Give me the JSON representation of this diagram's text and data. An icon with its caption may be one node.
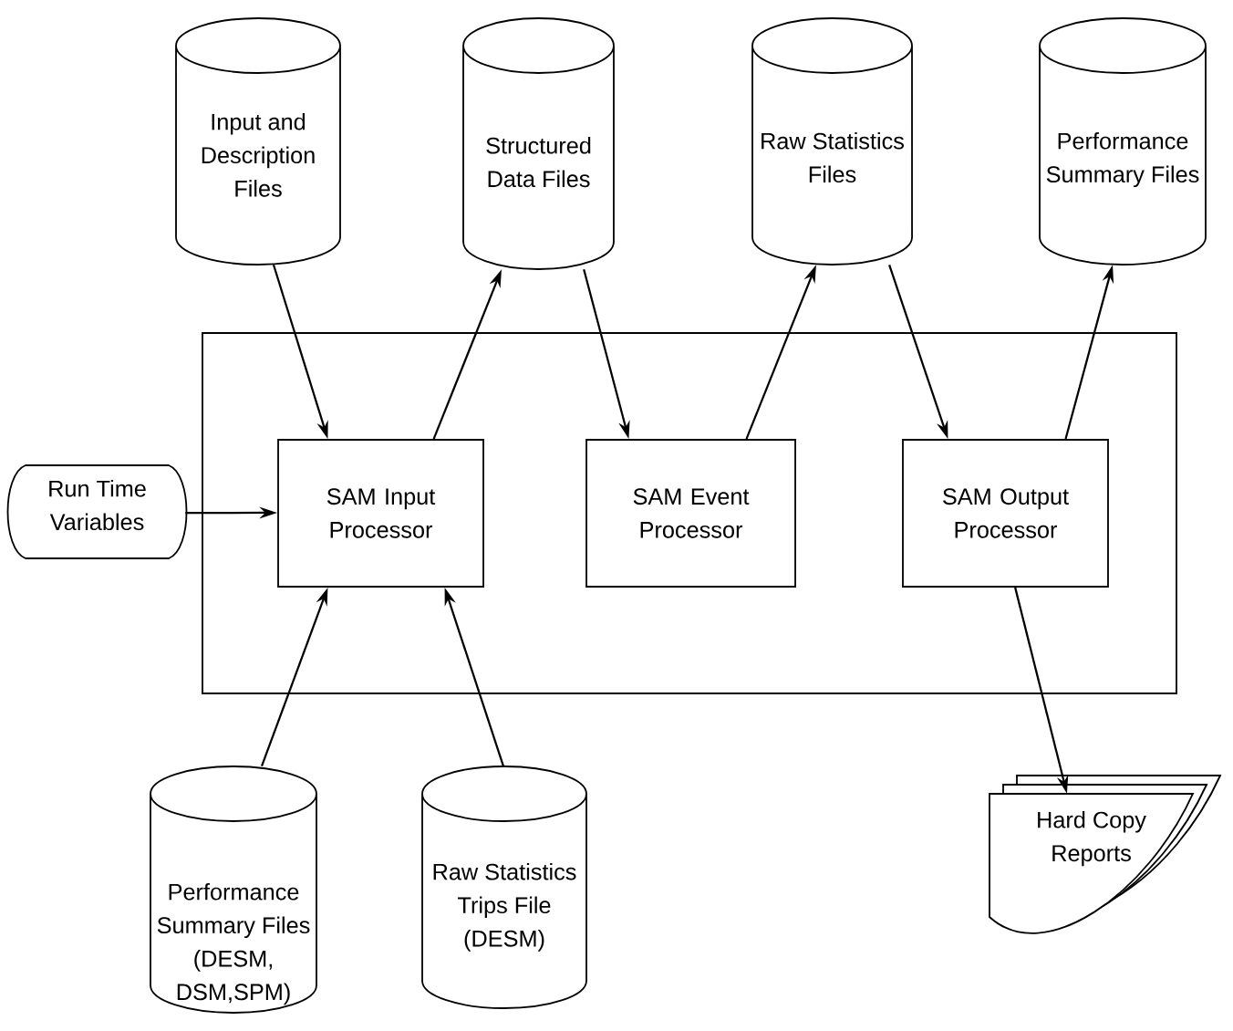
{
  "diagram": {
    "nodes": [
      {
        "text": [
          "Input and Description Files"
        ]
      },
      {
        "text": [
          "Structured Data Files"
        ]
      },
      {
        "text": [
          "Raw Statistics Files"
        ]
      },
      {
        "text": [
          "Performance Summary Files"
        ]
      },
      {
        "text": [],
        "shape": "box"
      },
      {
        "text": [
          "Run Time Variables"
        ]
      },
      {
        "text": [
          "SAM Input Processor"
        ],
        "in": 4
      },
      {
        "text": [
          "SAM Event Processor"
        ],
        "in": 4
      },
      {
        "text": [
          "SAM Output Processor"
        ],
        "in": 4
      },
      {
        "text": [
          "Performance Summary Files (DESM, DSM,SPM)"
        ]
      },
      {
        "text": [
          "Raw Statistics Trips File (DESM)"
        ]
      },
      {
        "text": [
          "Hard Copy Reports"
        ]
      }
    ],
    "edges": [
      {
        "from": 0,
        "to": 6,
        "arrow": "to"
      },
      {
        "from": 6,
        "to": 1,
        "arrow": "to"
      },
      {
        "from": 1,
        "to": 7,
        "arrow": "to"
      },
      {
        "from": 7,
        "to": 2,
        "arrow": "to"
      },
      {
        "from": 2,
        "to": 8,
        "arrow": "to"
      },
      {
        "from": 8,
        "to": 3,
        "arrow": "to"
      },
      {
        "from": 5,
        "to": 6,
        "arrow": "to"
      },
      {
        "from": 9,
        "to": 6,
        "arrow": "to"
      },
      {
        "from": 10,
        "to": 6,
        "arrow": "to"
      },
      {
        "from": 8,
        "to": 11,
        "arrow": "to"
      }
    ]
  }
}
